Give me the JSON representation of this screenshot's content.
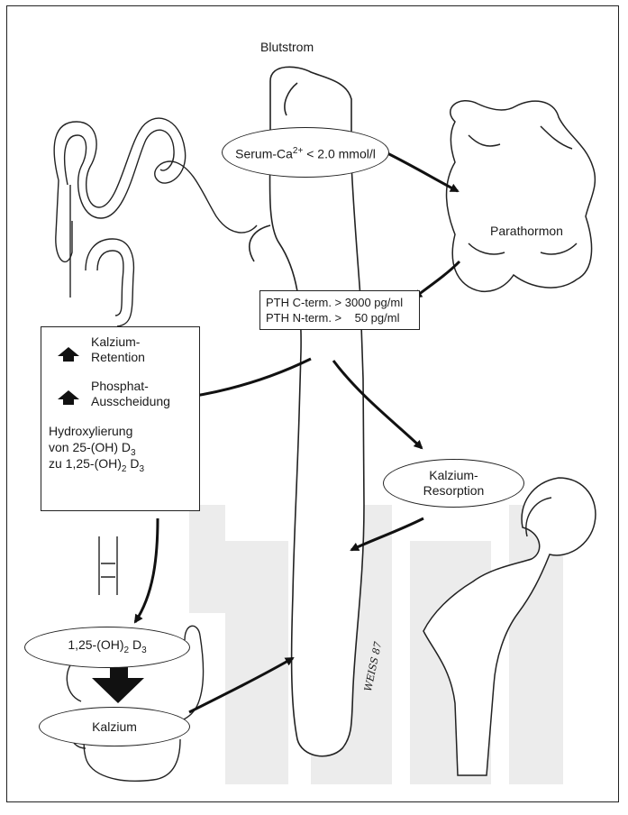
{
  "labels": {
    "blood_flow": "Blutstrom",
    "serum_ca_prefix": "Serum-Ca",
    "serum_ca_sup": "2+",
    "serum_ca_suffix": " < 2.0 mmol/l",
    "parathormon": "Parathormon",
    "pth_c": "PTH C-term. > 3000 pg/ml",
    "pth_n": "PTH N-term. >    50 pg/ml",
    "ca_retention_1": "Kalzium-",
    "ca_retention_2": "Retention",
    "phosphate_1": "Phosphat-",
    "phosphate_2": "Ausscheidung",
    "hydroxylation_1": "Hydroxylierung",
    "hydroxylation_2a": "von 25-(OH) D",
    "hydroxylation_2sub": "3",
    "hydroxylation_3a": "zu 1,25-(OH)",
    "hydroxylation_3sub1": "2",
    "hydroxylation_3b": " D",
    "hydroxylation_3sub2": "3",
    "ca_resorption_1": "Kalzium-",
    "ca_resorption_2": "Resorption",
    "vitd_a": "1,25-(OH)",
    "vitd_sub1": "2",
    "vitd_b": " D",
    "vitd_sub2": "3",
    "calcium": "Kalzium",
    "signature": "WEISS 87"
  },
  "colors": {
    "ink": "#1a1a1a",
    "panel": "#ebebeb"
  },
  "icons": [
    "up-arrow-icon",
    "flow-arrow-icon"
  ]
}
